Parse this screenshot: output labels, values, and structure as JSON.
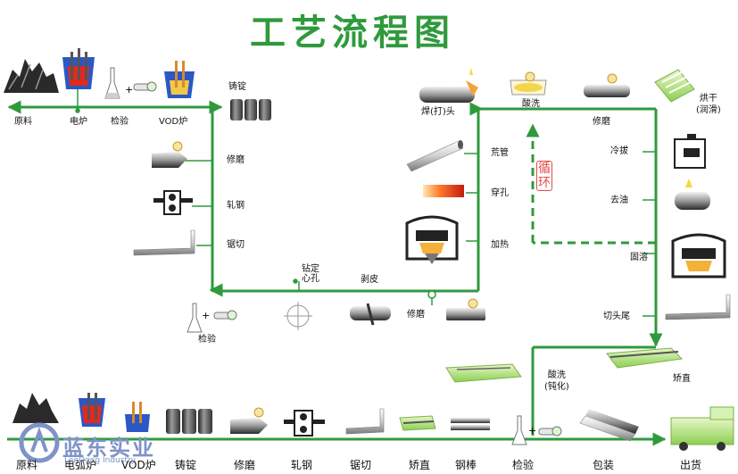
{
  "title": "工艺流程图",
  "colors": {
    "flow": "#2f9a3c",
    "loop": "#e24a4a",
    "watermark": "#7f93c8"
  },
  "top_line": {
    "raw_material": "原料",
    "electric_furnace": "电炉",
    "inspection": "检验",
    "vod_furnace": "VOD炉",
    "ingot_casting": "铸锭",
    "grinding": "修磨",
    "rolling": "轧钢",
    "sawing": "锯切",
    "inspection_2": "检验",
    "center_hole": "钻定心孔",
    "peeling": "剥皮",
    "grinding_2": "修磨"
  },
  "tube_line": {
    "heating": "加热",
    "piercing": "穿孔",
    "shell": "荒管",
    "welding_head": "焊(打)头",
    "pickling": "酸洗",
    "grinding": "修磨",
    "drying": "烘干\n(润滑)",
    "cold_drawing": "冷拔",
    "oiling": "去油",
    "annealing": "固溶",
    "loop": "循环",
    "cut_ends": "切头尾",
    "straightening": "矫直",
    "pickling_passivation": "酸洗\n(钝化)"
  },
  "bottom_line": {
    "raw_material": "原料",
    "electric_furnace": "电弧炉",
    "vod_furnace": "VOD炉",
    "ingot_casting": "铸锭",
    "grinding": "修磨",
    "rolling": "轧钢",
    "sawing": "锯切",
    "straightening": "矫直",
    "steel_bar": "钢棒",
    "inspection": "检验",
    "packing": "包装",
    "shipping": "出货"
  },
  "watermark": {
    "text": "蓝东实业",
    "sub": "LanDong Industry"
  },
  "icons": [
    "raw-material-pile-icon",
    "electric-furnace-icon",
    "flask-icon",
    "wrench-icon",
    "vod-furnace-icon",
    "ingot-icon",
    "grinding-bar-icon",
    "rolling-mill-icon",
    "bent-bar-icon",
    "crosshair-hole-icon",
    "peeled-bar-icon",
    "tube-icon",
    "red-hot-billet-icon",
    "heating-furnace-icon",
    "welding-torch-icon",
    "pickling-tank-icon",
    "drying-rack-icon",
    "cold-draw-die-icon",
    "oil-drop-icon",
    "straightener-icon",
    "tray-icon",
    "tube-bundle-icon",
    "truck-icon"
  ]
}
